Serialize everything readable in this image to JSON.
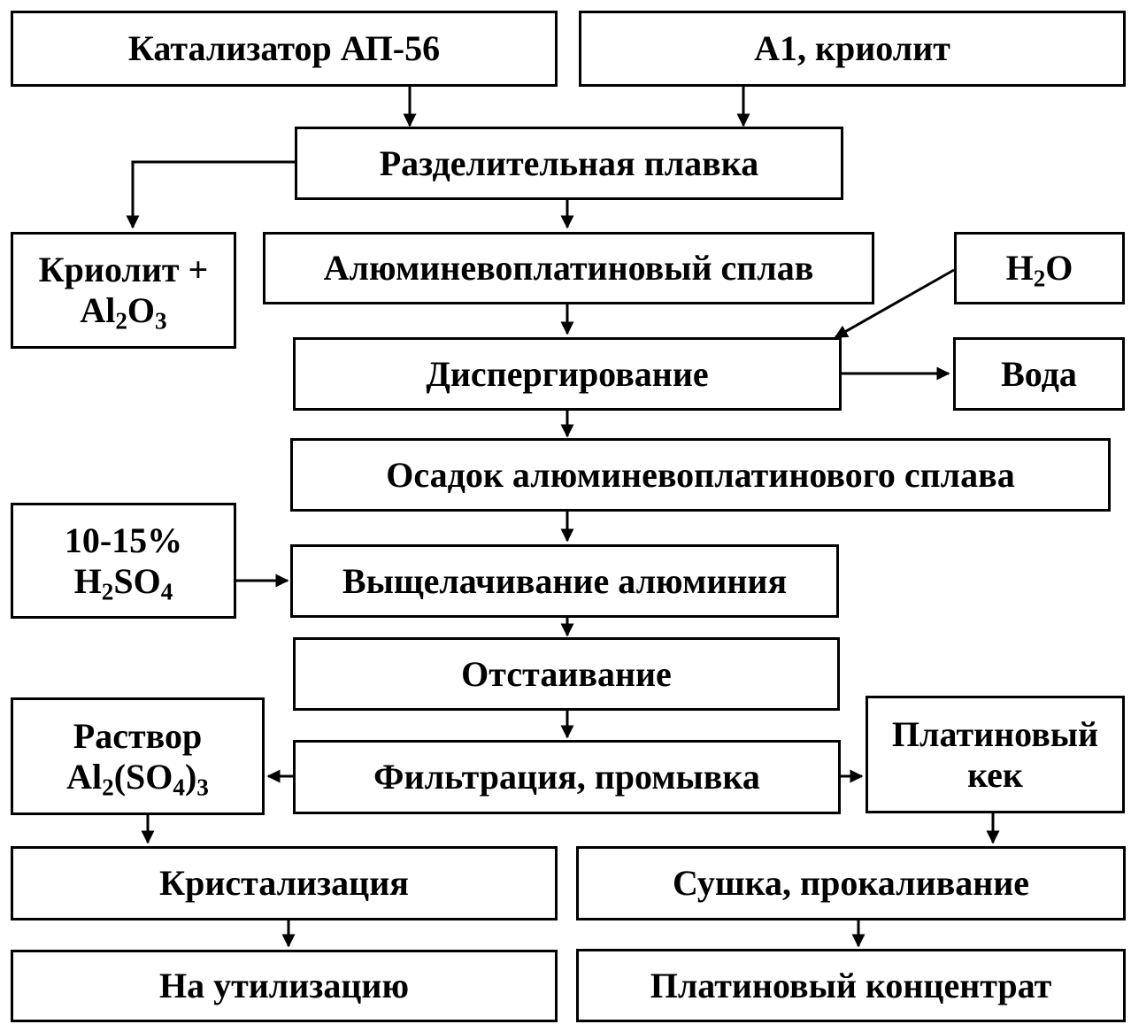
{
  "nodes": {
    "catalyst": "Катализатор АП-56",
    "al_cryolite": "A1, криолит",
    "separation": "Разделительная плавка",
    "cryolite_al2o3": {
      "line1": "Криолит +",
      "line2": {
        "a": "Al",
        "s1": "2",
        "b": "O",
        "s2": "3"
      }
    },
    "alloy": "Алюминевоплатиновый сплав",
    "h2o": {
      "a": "H",
      "s1": "2",
      "b": "O"
    },
    "dispersion": "Диспергирование",
    "water": "Вода",
    "sediment": "Осадок алюминевоплатинового сплава",
    "acid": {
      "line1": "10-15%",
      "line2": {
        "a": "H",
        "s1": "2",
        "b": "SO",
        "s2": "4"
      }
    },
    "leaching": "Выщелачивание алюминия",
    "settling": "Отстаивание",
    "solution": {
      "line1": "Раствор",
      "line2": {
        "a": "Al",
        "s1": "2",
        "b": "(SO",
        "s2": "4",
        "c": ")",
        "s3": "3"
      }
    },
    "filtration": "Фильтрация, промывка",
    "platinum_cake": {
      "line1": "Платиновый",
      "line2": "кек"
    },
    "crystallization": "Кристализация",
    "drying": "Сушка, прокаливание",
    "disposal": "На утилизацию",
    "concentrate": "Платиновый концентрат"
  }
}
